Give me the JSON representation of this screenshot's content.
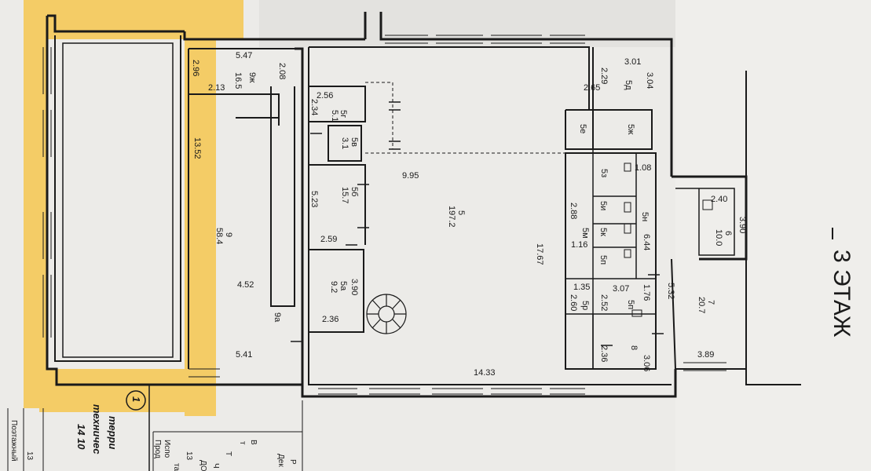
{
  "floor_label": "3 ЭТАЖ",
  "sheet_stamp": {
    "circle_number": "1",
    "lines": [
      "терри",
      "техничес",
      "14 10"
    ]
  },
  "margin_texts": [
    "Поэтажный",
    "13",
    "Р",
    "Дек",
    "В ",
    "т",
    "Т",
    "Испо",
    "Прод",
    "13",
    "Ч",
    "ДО",
    "та"
  ],
  "dims": {
    "d547": "5.47",
    "d296": "2.96",
    "d213": "2.13",
    "d208": "2.08",
    "d1352": "13.52",
    "d452": "4.52",
    "d541": "5.41",
    "d256": "2.56",
    "d234": "2.34",
    "d523": "5.23",
    "d259": "2.59",
    "d390a": "3.90",
    "d236": "2.36",
    "d995": "9.95",
    "d1767": "17.67",
    "d1433": "14.33",
    "d301": "3.01",
    "d229": "2.29",
    "d265": "2.65",
    "d304": "3.04",
    "d108": "1.08",
    "d288": "2.88",
    "d116": "1.16",
    "d644": "6.44",
    "d135": "1.35",
    "d260": "2.60",
    "d307": "3.07",
    "d252": "2.52",
    "d176": "1.76",
    "d236b": "2.36",
    "d306": "3.06",
    "d532": "5.32",
    "d389": "3.89",
    "d240": "2.40",
    "d390b": "3.90"
  },
  "rooms": {
    "r9zh": "9ж",
    "r9zh_area": "16.5",
    "r9": "9",
    "r9_area": "58.4",
    "r9a": "9а",
    "r5g": "5г",
    "r5g_area": "5.1",
    "r5v": "5в",
    "r5v_area": "3.1",
    "r5b": "5б",
    "r5b_area": "15.7",
    "r5a": "5а",
    "r5a_area": "9.2",
    "r5": "5",
    "r5_area": "197.2",
    "r5d": "5д",
    "r5e": "5е",
    "r5zh": "5ж",
    "r5z": "5з",
    "r5i": "5и",
    "r5k": "5к",
    "r5m": "5м",
    "r5n": "5н",
    "r5p1": "5п",
    "r5r": "5р",
    "r5p2": "5п",
    "r8": "8",
    "r7": "7",
    "r7_area": "20.7",
    "r6": "6",
    "r6_area": "10.0"
  },
  "highlight_color": "#f7c23b",
  "line_color": "#1a1a1a"
}
